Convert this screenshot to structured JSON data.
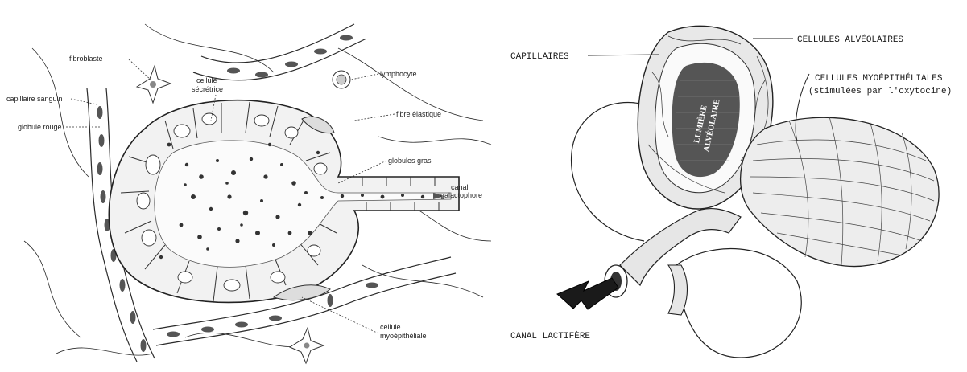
{
  "left_diagram": {
    "labels": {
      "fibroblaste": "fibroblaste",
      "capillaire_sanguin": "capillaire sanguin",
      "globule_rouge": "globule rouge",
      "cellule_secretrice_line1": "cellule",
      "cellule_secretrice_line2": "sécrétrice",
      "lymphocyte": "lymphocyte",
      "fibre_elastique": "fibre élastique",
      "globules_gras": "globules gras",
      "canal_line1": "canal",
      "canal_line2": "galactophore",
      "cellule_myo_line1": "cellule",
      "cellule_myo_line2": "myoépithéliale"
    }
  },
  "right_diagram": {
    "labels": {
      "capillaires": "CAPILLAIRES",
      "cellules_alveolaires": "CELLULES ALVÉOLAIRES",
      "cellules_myo_line1": "CELLULES MYOÉPITHÉLIALES",
      "cellules_myo_line2": "(stimulées par l'oxytocine)",
      "lumiere_line1": "LUMIÈRE",
      "lumiere_line2": "ALVÉOLAIRE",
      "canal_lactifere": "CANAL LACTIFÈRE"
    }
  }
}
